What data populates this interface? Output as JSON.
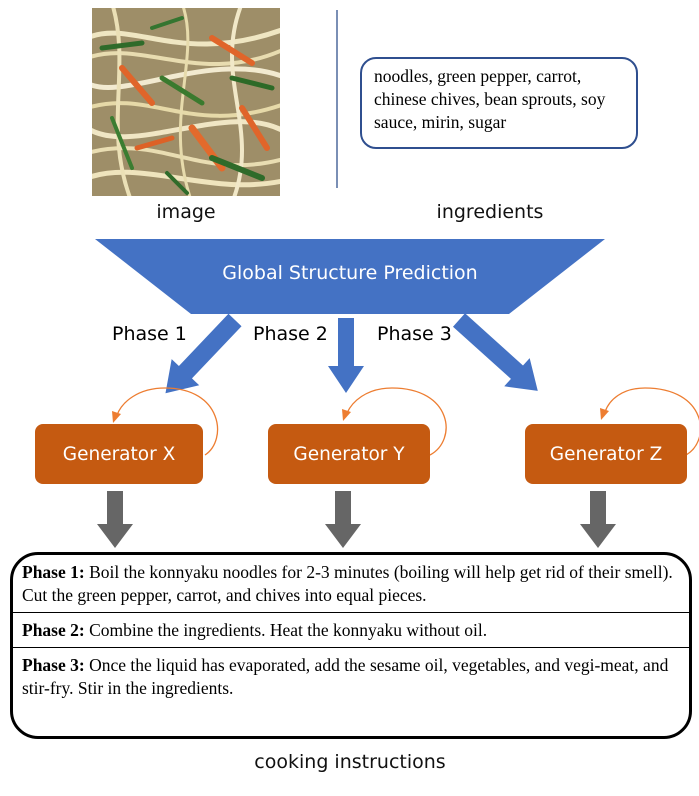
{
  "captions": {
    "image": "image",
    "ingredients": "ingredients",
    "cooking_instructions": "cooking instructions"
  },
  "ingredients_text": "noodles, green pepper, carrot, chinese chives, bean sprouts, soy sauce, mirin, sugar",
  "global_structure": {
    "label": "Global Structure Prediction",
    "color": "#4472c4"
  },
  "phases": [
    {
      "label": "Phase 1"
    },
    {
      "label": "Phase 2"
    },
    {
      "label": "Phase 3"
    }
  ],
  "generators": [
    {
      "label": "Generator X"
    },
    {
      "label": "Generator Y"
    },
    {
      "label": "Generator Z"
    }
  ],
  "generator_color": "#c55a11",
  "self_loop_color": "#ed7d31",
  "down_arrow_color": "#666666",
  "instructions": [
    {
      "phase": "Phase 1:",
      "text": " Boil the konnyaku noodles for 2-3 minutes (boiling will help get rid of their smell). Cut the green pepper, carrot, and chives into equal pieces."
    },
    {
      "phase": "Phase 2:",
      "text": " Combine the ingredients. Heat the konnyaku without oil."
    },
    {
      "phase": "Phase 3:",
      "text": " Once the liquid has evaporated, add the sesame oil, vegetables, and vegi-meat, and stir-fry. Stir in the ingredients."
    }
  ]
}
